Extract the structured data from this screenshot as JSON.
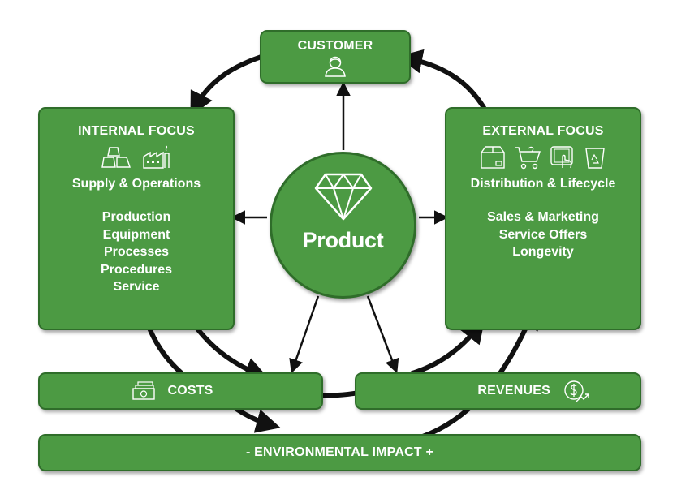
{
  "customer": {
    "title": "CUSTOMER",
    "icon": "person-icon"
  },
  "internal": {
    "title": "INTERNAL FOCUS",
    "icons": [
      "ingots-icon",
      "factory-icon"
    ],
    "subtitle": "Supply & Operations",
    "items": [
      "Production",
      "Equipment",
      "Processes",
      "Procedures",
      "Service"
    ]
  },
  "external": {
    "title": "EXTERNAL FOCUS",
    "icons": [
      "box-icon",
      "cart-icon",
      "tablet-touch-icon",
      "recycle-bin-icon"
    ],
    "subtitle": "Distribution & Lifecycle",
    "items": [
      "Sales & Marketing",
      "Service Offers",
      "Longevity"
    ]
  },
  "product": {
    "label": "Product",
    "icon": "diamond-icon"
  },
  "costs": {
    "label": "COSTS",
    "icon": "money-icon"
  },
  "revenues": {
    "label": "REVENUES",
    "icon": "dollar-growth-icon"
  },
  "environment": {
    "label": "- ENVIRONMENTAL IMPACT +"
  },
  "colors": {
    "box_fill": "#4c9a43",
    "box_border": "#2f6d2a",
    "arrow": "#111111"
  }
}
